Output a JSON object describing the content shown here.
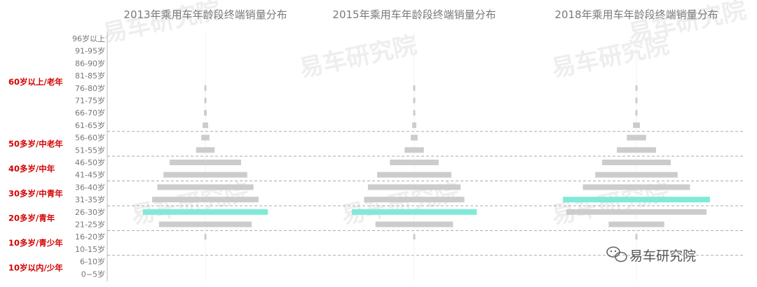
{
  "chart_data": {
    "type": "bar",
    "orientation": "horizontal-centered",
    "titles": [
      "2013年乘用车年龄段终端销量分布",
      "2015年乘用车年龄段终端销量分布",
      "2018年乘用车年龄段终端销量分布"
    ],
    "categories": [
      "0~5岁",
      "6-10岁",
      "10-15岁",
      "16-20岁",
      "21-25岁",
      "26-30岁",
      "31-35岁",
      "36-40岁",
      "41-45岁",
      "46-50岁",
      "51-55岁",
      "56-60岁",
      "61-65岁",
      "66-70岁",
      "71-75岁",
      "76-80岁",
      "81-85岁",
      "86-90岁",
      "91-95岁",
      "96岁以上"
    ],
    "groups": [
      {
        "label": "60岁以上/老年",
        "from": 12,
        "to": 19
      },
      {
        "label": "50多岁/中老年",
        "from": 10,
        "to": 11
      },
      {
        "label": "40多岁/中年",
        "from": 8,
        "to": 9
      },
      {
        "label": "30多岁/中青年",
        "from": 6,
        "to": 7
      },
      {
        "label": "20多岁/青年",
        "from": 4,
        "to": 5
      },
      {
        "label": "10多岁/青少年",
        "from": 2,
        "to": 3
      },
      {
        "label": "10岁以内/少年",
        "from": 0,
        "to": 1
      }
    ],
    "series": [
      {
        "values": [
          0,
          0,
          0,
          0.3,
          13.5,
          18.2,
          15.5,
          14.0,
          12.2,
          10.4,
          2.7,
          1.2,
          0.8,
          0.4,
          0.3,
          0.1,
          0,
          0,
          0,
          0
        ],
        "highlight_index": 5
      },
      {
        "values": [
          0,
          0,
          0,
          0.3,
          11.3,
          18.2,
          14.6,
          13.5,
          10.8,
          7.1,
          2.8,
          1.0,
          0.6,
          0.3,
          0.2,
          0.1,
          0,
          0,
          0,
          0
        ],
        "highlight_index": 5
      },
      {
        "values": [
          0,
          0,
          0,
          0.2,
          8.1,
          20.4,
          21.4,
          15.6,
          12.0,
          10.0,
          5.7,
          2.8,
          1.0,
          0.3,
          0.2,
          0.1,
          0,
          0,
          0,
          0
        ],
        "highlight_index": 6
      }
    ],
    "colors": {
      "bar": "#cccccc",
      "highlight": "#7fead8",
      "group_label": "#d40000",
      "divider": "#aaaaaa"
    }
  },
  "watermark": "易车研究院",
  "wechat": {
    "label": "易车研究院",
    "icon": "wechat-icon"
  }
}
